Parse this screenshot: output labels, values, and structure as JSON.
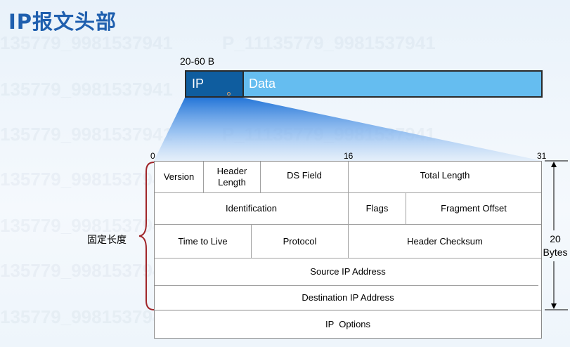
{
  "title": "IP报文头部",
  "watermarks": [
    "135779_9981537941",
    "P_11135779_9981537941"
  ],
  "size_label": "20-60 B",
  "packet": {
    "ip": "IP",
    "data": "Data"
  },
  "bits": {
    "start": "0",
    "mid": "16",
    "end": "31"
  },
  "fields": {
    "version": "Version",
    "header_length": "Header Length",
    "ds_field": "DS Field",
    "total_length": "Total Length",
    "identification": "Identification",
    "flags": "Flags",
    "fragment_offset": "Fragment Offset",
    "ttl": "Time to Live",
    "protocol": "Protocol",
    "header_checksum": "Header Checksum",
    "source_ip": "Source IP Address",
    "destination_ip": "Destination IP Address",
    "options": "IP  Options"
  },
  "fixed_length": "固定长度",
  "bytes": {
    "count": "20",
    "unit": "Bytes"
  },
  "colors": {
    "title": "#1f5fae",
    "ip_segment": "#0f5d9f",
    "data_segment": "#65bdf0",
    "brace": "#a0262a"
  }
}
